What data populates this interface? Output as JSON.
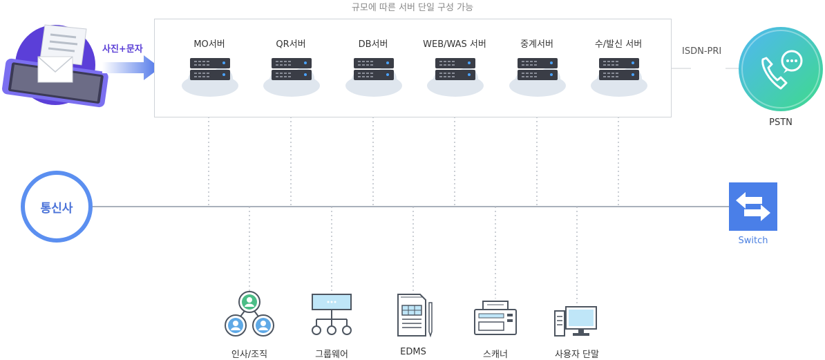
{
  "caption": "규모에 따른 서버 단일 구성 가능",
  "mobile": {
    "label": "사진+문자"
  },
  "servers": [
    {
      "label": "MO서버"
    },
    {
      "label": "QR서버"
    },
    {
      "label": "DB서버"
    },
    {
      "label": "WEB/WAS 서버"
    },
    {
      "label": "중계서버"
    },
    {
      "label": "수/발신 서버"
    }
  ],
  "isdn": {
    "label": "ISDN-PRI"
  },
  "pstn": {
    "label": "PSTN"
  },
  "carrier": {
    "label": "통신사"
  },
  "switch": {
    "label": "Switch"
  },
  "clients": [
    {
      "label": "인사/조직",
      "icon": "org-chart-icon"
    },
    {
      "label": "그룹웨어",
      "icon": "groupware-icon"
    },
    {
      "label": "EDMS",
      "icon": "document-icon"
    },
    {
      "label": "스캐너",
      "icon": "scanner-icon"
    },
    {
      "label": "사용자 단말",
      "icon": "desktop-icon"
    }
  ],
  "colors": {
    "accent": "#5b8ff0",
    "purple": "#5a3fd6",
    "green": "#3fcf8e",
    "line": "#a9b1bb"
  }
}
